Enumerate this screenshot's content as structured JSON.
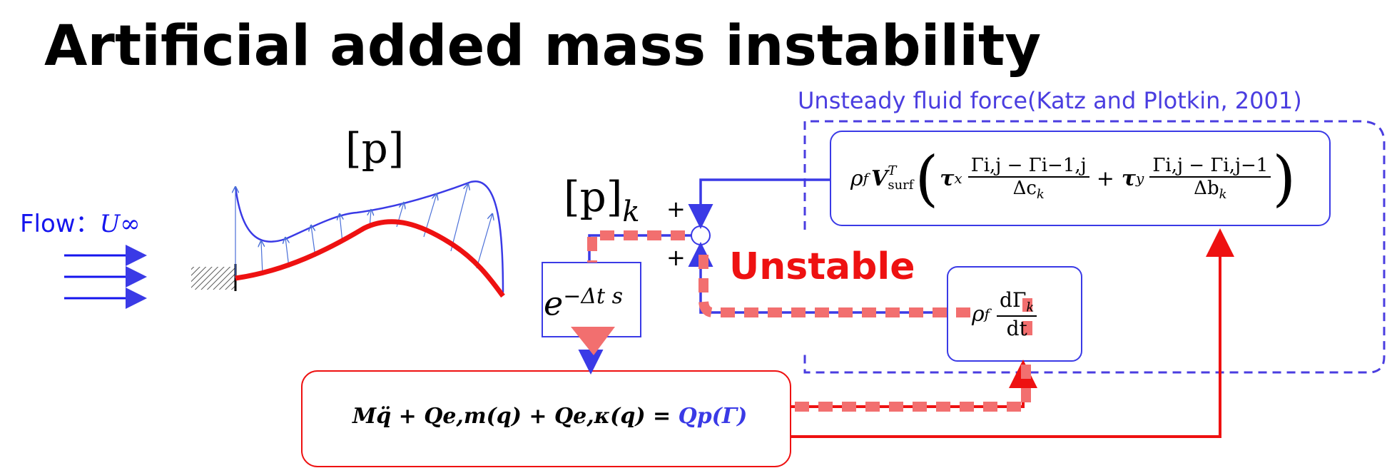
{
  "title": "Artificial added mass instability",
  "flow_label": "Flow：",
  "flow_symbol": "U∞",
  "pressure_label": "[p]",
  "pressure_k_label": "[p]",
  "pressure_k_sub": "k",
  "unstable_label": "Unstable",
  "reference_label": "Unsteady fluid force(Katz and Plotkin, 2001)",
  "plus_top": "+",
  "plus_bottom": "+",
  "delay": {
    "base": "e",
    "exponent": "−Δt s"
  },
  "rho_dgamma": {
    "rho": "ρ",
    "rho_sub": "f",
    "num": "dΓ",
    "num_sub": "k",
    "den": "dt"
  },
  "unsteady_formula": {
    "rho": "ρ",
    "rho_sub": "f",
    "v": "V",
    "v_sup": "T",
    "v_sub": "surf",
    "tau1": "τ",
    "tau1_sub": "x",
    "num1": "Γi,j − Γi−1,j",
    "den1": "Δc",
    "den1_sub": "k",
    "plus": "+",
    "tau2": "τ",
    "tau2_sub": "y",
    "num2": "Γi,j − Γi,j−1",
    "den2": "Δb",
    "den2_sub": "k"
  },
  "eom": {
    "lhs": "Mq̈ + Qe,m(q) + Qe,κ(q) = ",
    "rhs": "Qp(Γ)"
  },
  "colors": {
    "blue": "#3a3ae6",
    "red": "#ee1111",
    "red_dash": "#f26f6f",
    "dash_box": "#4a3de0"
  }
}
